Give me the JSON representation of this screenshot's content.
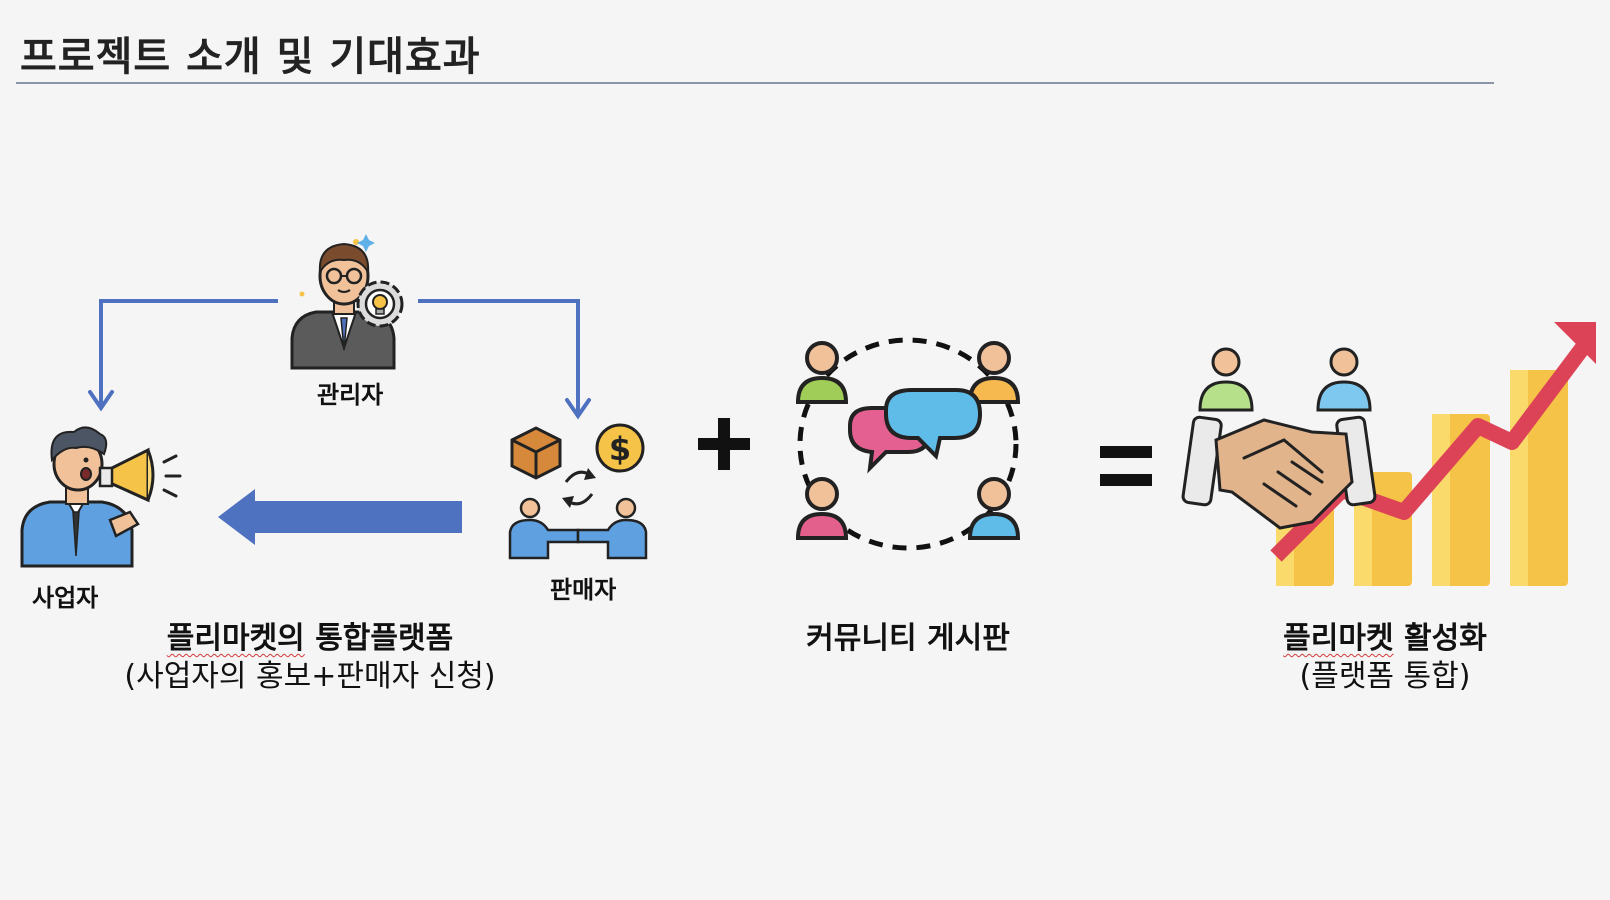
{
  "slide": {
    "title": "프로젝트 소개 및 기대효과"
  },
  "roles": {
    "admin": "관리자",
    "business": "사업자",
    "seller": "판매자"
  },
  "operators": {
    "plus": "+",
    "equals": "="
  },
  "captions": {
    "platform": {
      "main_underlined": "플리마켓의",
      "main_rest": " 통합플랫폼",
      "sub": "(사업자의 홍보+판매자 신청)"
    },
    "community": {
      "main": "커뮤니티 게시판"
    },
    "activation": {
      "main_underlined": "플리마켓",
      "main_rest": " 활성화",
      "sub": "(플랫폼 통합)"
    }
  },
  "icons": {
    "admin": "businessman-idea-icon",
    "business": "megaphone-person-icon",
    "seller": "trade-exchange-icon",
    "community": "community-chat-icon",
    "growth": "handshake-growth-chart-icon"
  },
  "colors": {
    "arrow": "#4f72c0",
    "title_rule": "#8c94aa",
    "growth_line": "#dd4356",
    "bar": "#f6c349"
  }
}
